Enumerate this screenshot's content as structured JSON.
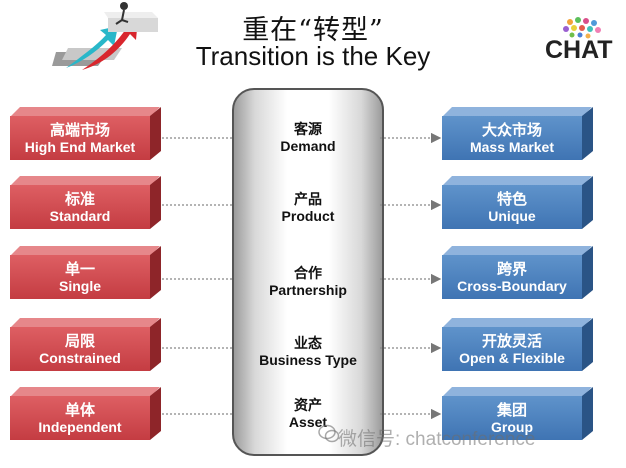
{
  "header": {
    "title_cn": "重在“转型”",
    "title_en": "Transition is the Key",
    "logo_text": "CHAT"
  },
  "center": {
    "items": [
      {
        "cn": "客源",
        "en": "Demand"
      },
      {
        "cn": "产品",
        "en": "Product"
      },
      {
        "cn": "合作",
        "en": "Partnership"
      },
      {
        "cn": "业态",
        "en": "Business Type"
      },
      {
        "cn": "资产",
        "en": "Asset"
      }
    ]
  },
  "from": {
    "color": "#c94448",
    "items": [
      {
        "cn": "高端市场",
        "en": "High End Market"
      },
      {
        "cn": "标准",
        "en": "Standard"
      },
      {
        "cn": "单一",
        "en": "Single"
      },
      {
        "cn": "局限",
        "en": "Constrained"
      },
      {
        "cn": "单体",
        "en": "Independent"
      }
    ]
  },
  "to": {
    "color": "#4a7fbf",
    "items": [
      {
        "cn": "大众市场",
        "en": "Mass Market"
      },
      {
        "cn": "特色",
        "en": "Unique"
      },
      {
        "cn": "跨界",
        "en": "Cross-Boundary"
      },
      {
        "cn": "开放灵活",
        "en": "Open & Flexible"
      },
      {
        "cn": "集团",
        "en": "Group"
      }
    ]
  },
  "watermark": "微信号: chatconference"
}
